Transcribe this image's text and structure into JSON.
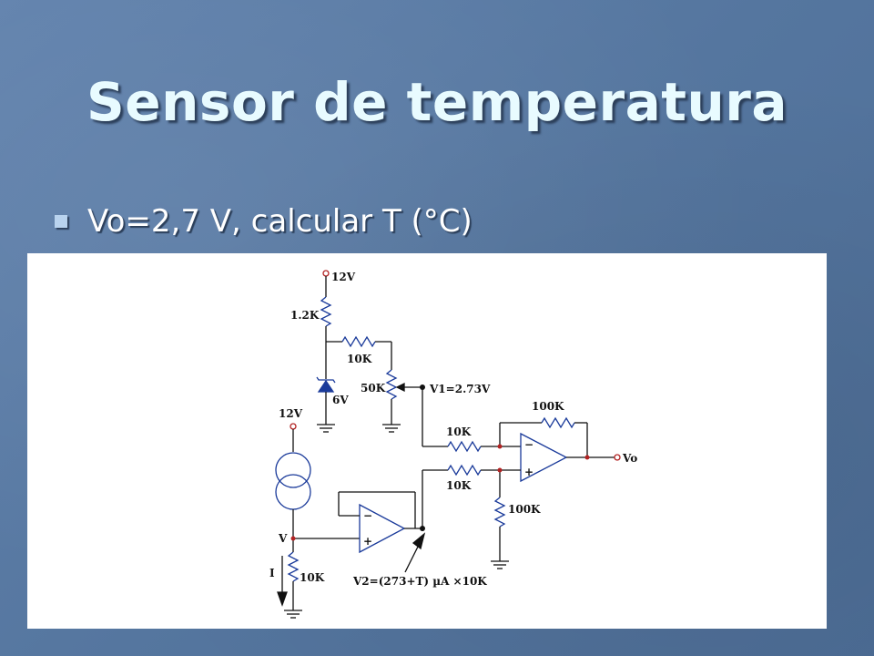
{
  "slide": {
    "title": "Sensor de temperatura",
    "bullet": "Vo=2,7 V, calcular T (°C)"
  },
  "circuit": {
    "labels": {
      "supply_top": "12V",
      "r_1k2": "1.2K",
      "r_10k_top": "10K",
      "pot_50k": "50K",
      "zener": "6V",
      "v1": "V1=2.73V",
      "r_100k_feedback": "100K",
      "r_10k_in1": "10K",
      "r_10k_in2": "10K",
      "r_100k_ground": "100K",
      "vo": "Vo",
      "supply_left": "12V",
      "v_node": "V",
      "current": "I",
      "r_10k_sense": "10K",
      "v2": "V2=(273+T) µA ×10K"
    }
  },
  "colors": {
    "wire": "#111111",
    "component": "#1a3a9a",
    "node": "#b22222"
  }
}
